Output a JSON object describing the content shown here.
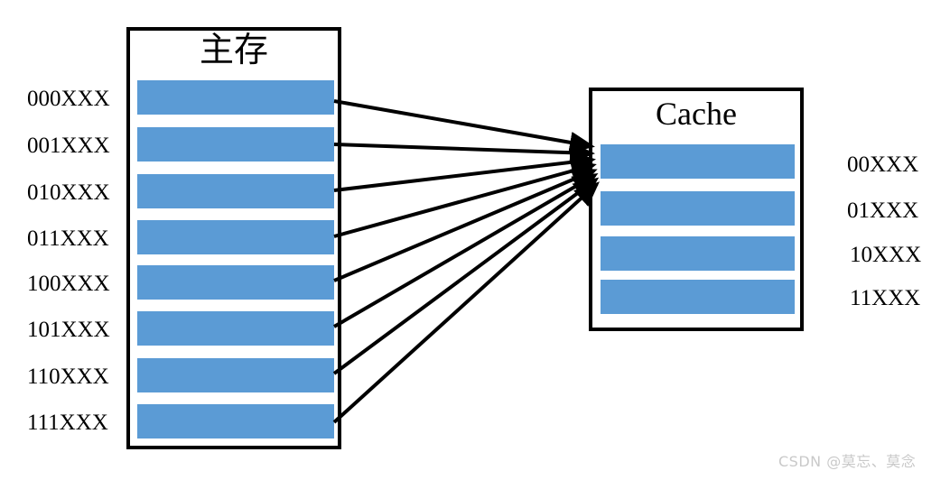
{
  "diagram": {
    "title_main_memory": "主存",
    "title_cache": "Cache",
    "accent_block_color": "#5B9BD5",
    "outline_color": "#000000",
    "background_color": "#FFFFFF",
    "watermark": "CSDN @莫忘、莫念"
  },
  "main_memory": {
    "label": "主存",
    "blocks": [
      {
        "address": "000XXX"
      },
      {
        "address": "001XXX"
      },
      {
        "address": "010XXX"
      },
      {
        "address": "011XXX"
      },
      {
        "address": "100XXX"
      },
      {
        "address": "101XXX"
      },
      {
        "address": "110XXX"
      },
      {
        "address": "111XXX"
      }
    ]
  },
  "cache": {
    "label": "Cache",
    "blocks": [
      {
        "address": "00XXX"
      },
      {
        "address": "01XXX"
      },
      {
        "address": "10XXX"
      },
      {
        "address": "11XXX"
      }
    ]
  },
  "mappings": [
    {
      "from": "000XXX",
      "to": "cache"
    },
    {
      "from": "001XXX",
      "to": "cache"
    },
    {
      "from": "010XXX",
      "to": "cache"
    },
    {
      "from": "011XXX",
      "to": "cache"
    },
    {
      "from": "100XXX",
      "to": "cache"
    },
    {
      "from": "101XXX",
      "to": "cache"
    },
    {
      "from": "110XXX",
      "to": "cache"
    },
    {
      "from": "111XXX",
      "to": "cache"
    }
  ]
}
